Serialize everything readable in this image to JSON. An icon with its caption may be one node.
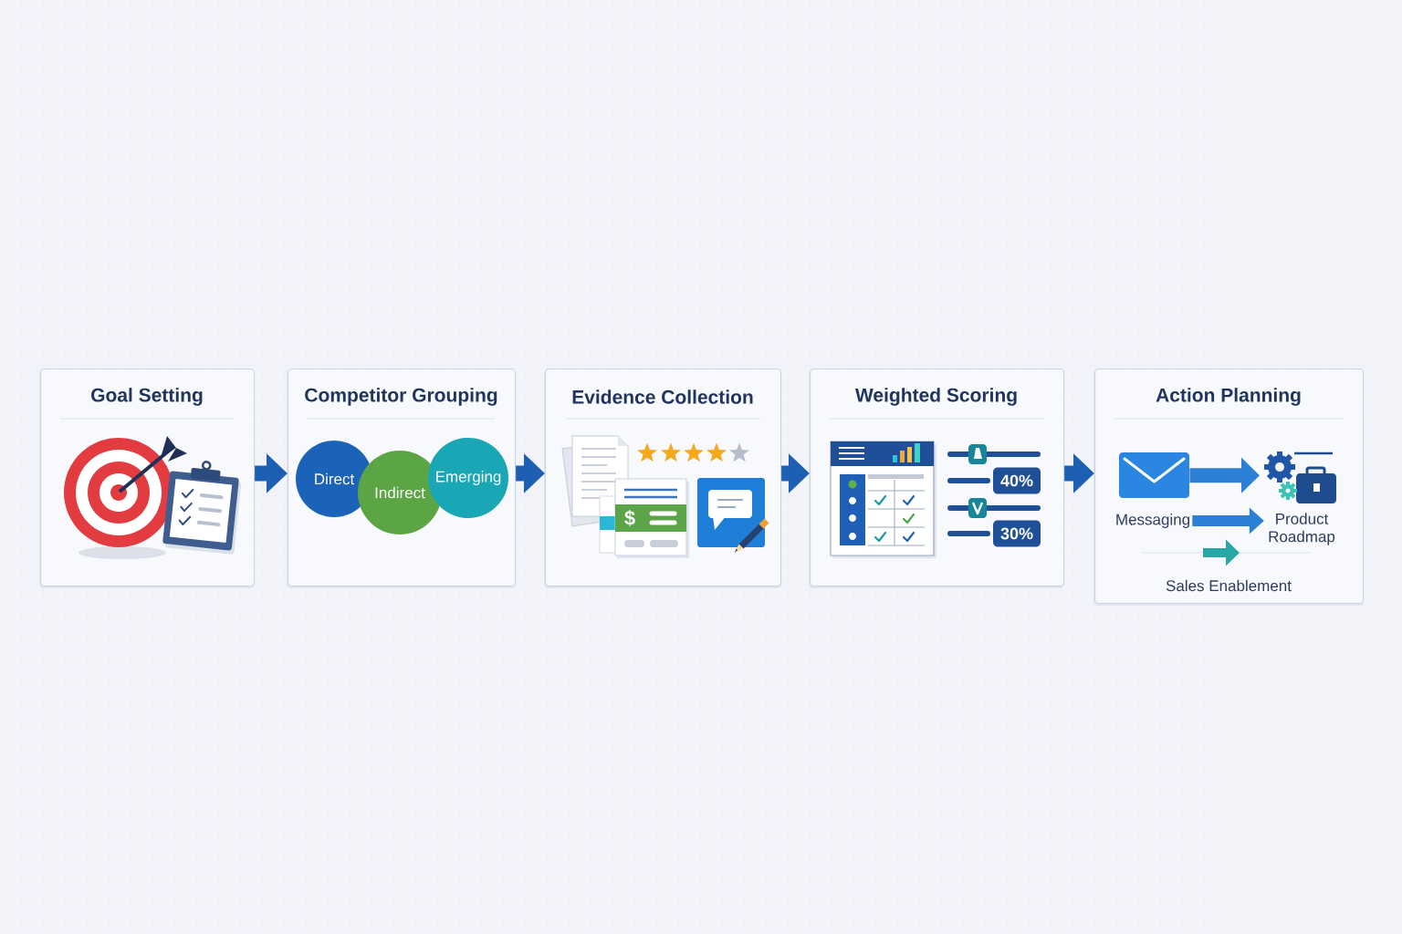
{
  "diagram": {
    "nodes": [
      {
        "text": [
          "Goal Setting"
        ]
      },
      {
        "text": [
          "Competitor Grouping"
        ]
      },
      {
        "text": [
          "Direct"
        ],
        "in": 1
      },
      {
        "text": [
          "Indirect"
        ],
        "in": 1
      },
      {
        "text": [
          "Emerging"
        ],
        "in": 1
      },
      {
        "text": [
          "Evidence Collection"
        ]
      },
      {
        "text": [
          "Weighted Scoring"
        ]
      },
      {
        "text": [
          "Action Planning"
        ]
      },
      {
        "text": [],
        "shape": "picture",
        "in": 7
      },
      {
        "text": [],
        "shape": "picture",
        "in": 7
      },
      {
        "text": [
          "Messaging"
        ],
        "in": 7
      },
      {
        "text": [
          "Product Roadmap"
        ],
        "in": 7
      },
      {
        "text": [
          "Sales Enablement"
        ],
        "in": 7
      }
    ],
    "edges": [
      {
        "from": 0,
        "to": 1,
        "arrow": "to"
      },
      {
        "from": 1,
        "to": 5,
        "arrow": "to"
      },
      {
        "from": 5,
        "to": 6,
        "arrow": "to"
      },
      {
        "from": 6,
        "to": 7,
        "arrow": "to"
      },
      {
        "from": 8,
        "to": 9,
        "arrow": "to",
        "color": "#2b80d5"
      },
      {
        "from": 10,
        "to": 11,
        "arrow": "to",
        "color": "#2b80d5"
      }
    ],
    "labels": [
      "$",
      "40%",
      "30%"
    ]
  }
}
